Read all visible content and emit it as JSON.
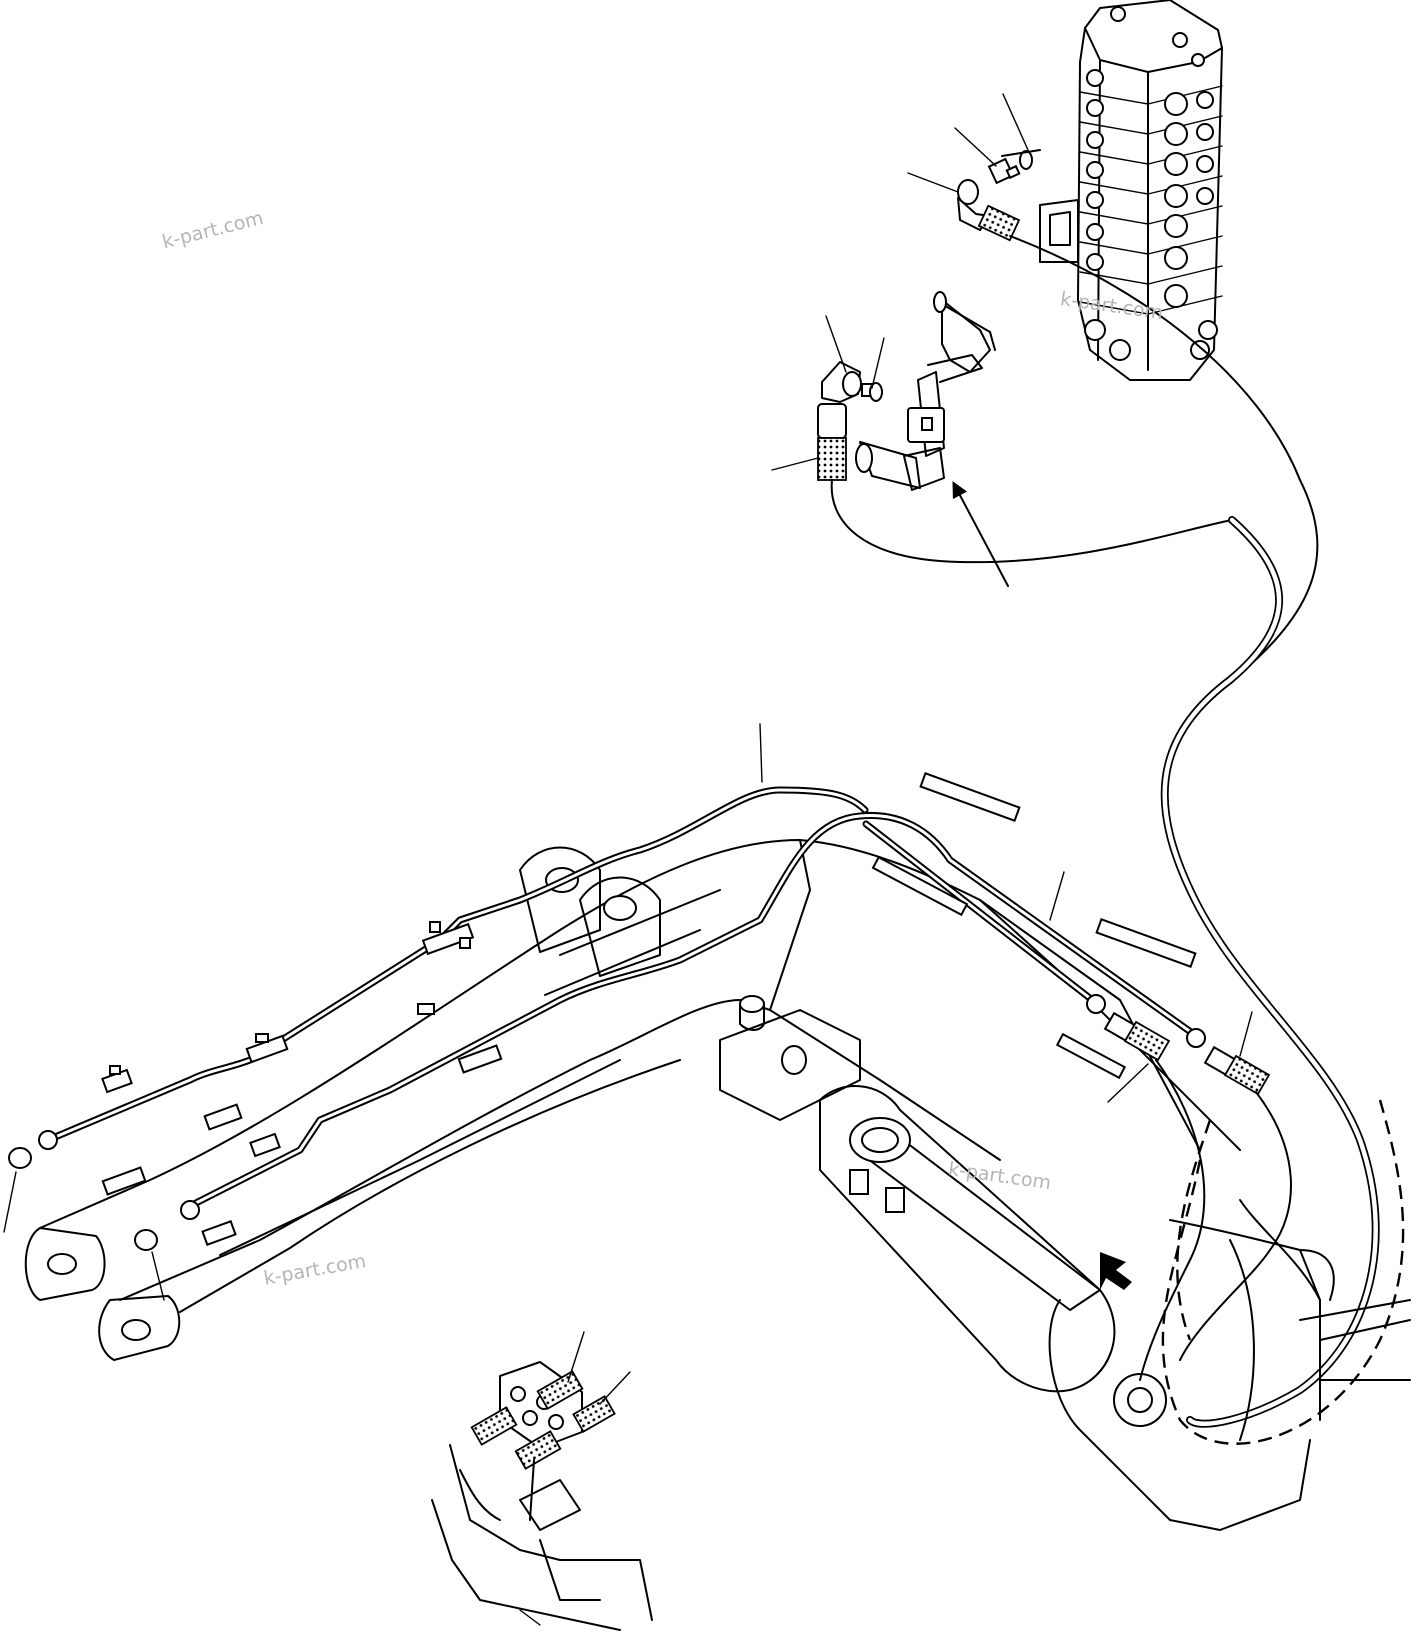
{
  "watermarks": [
    {
      "text": "k-part.com"
    },
    {
      "text": "k-part.com"
    },
    {
      "text": "k-part.com"
    },
    {
      "text": "k-part.com"
    }
  ],
  "colors": {
    "line": "#000000",
    "background": "#ffffff",
    "watermark": "#b5b5b5"
  },
  "components": [
    "control-valve",
    "swivel-elbow",
    "union-fitting",
    "o-ring",
    "hydraulic-hose",
    "boom-pipe",
    "pipe-clamp",
    "hose-clamp-block",
    "boom",
    "boom-cylinder",
    "plug"
  ]
}
